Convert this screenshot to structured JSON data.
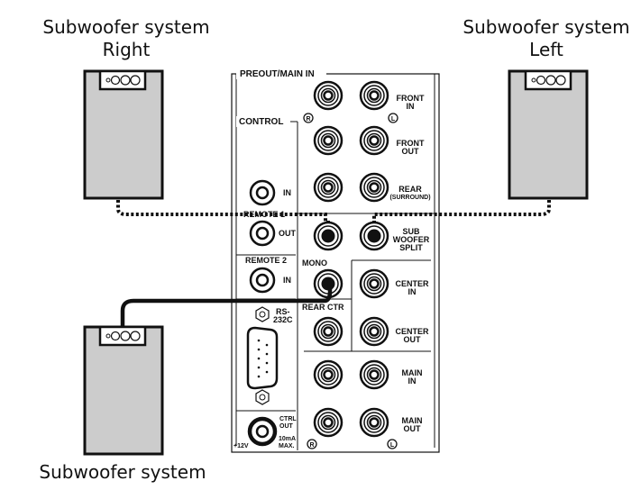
{
  "captions": {
    "sub_right_line1": "Subwoofer system",
    "sub_right_line2": "Right",
    "sub_left_line1": "Subwoofer system",
    "sub_left_line2": "Left",
    "sub_mono": "Subwoofer system"
  },
  "panel": {
    "preout_header": "PREOUT/MAIN IN",
    "control_header": "CONTROL",
    "channel_r": "R",
    "channel_l": "L",
    "front_in": [
      "FRONT",
      "IN"
    ],
    "front_out": [
      "FRONT",
      "OUT"
    ],
    "rear": [
      "REAR",
      "(SURROUND)"
    ],
    "sub_woofer_split": [
      "SUB",
      "WOOFER",
      "SPLIT"
    ],
    "mono": "MONO",
    "rear_ctr": "REAR CTR",
    "center_in": [
      "CENTER",
      "IN"
    ],
    "center_out": [
      "CENTER",
      "OUT"
    ],
    "main_in": [
      "MAIN",
      "IN"
    ],
    "main_out": [
      "MAIN",
      "OUT"
    ],
    "remote1_in": "IN",
    "remote1_label": "REMOTE 1",
    "remote1_out": "OUT",
    "remote2_label": "REMOTE 2",
    "remote2_in": "IN",
    "rs232c": [
      "RS-",
      "232C"
    ],
    "ctrl_out": [
      "CTRL",
      "OUT"
    ],
    "ctrl_spec": [
      "10mA",
      "MAX."
    ],
    "plus12v": "+12V"
  },
  "colors": {
    "speaker_fill": "#cccccc",
    "line": "#111111"
  }
}
